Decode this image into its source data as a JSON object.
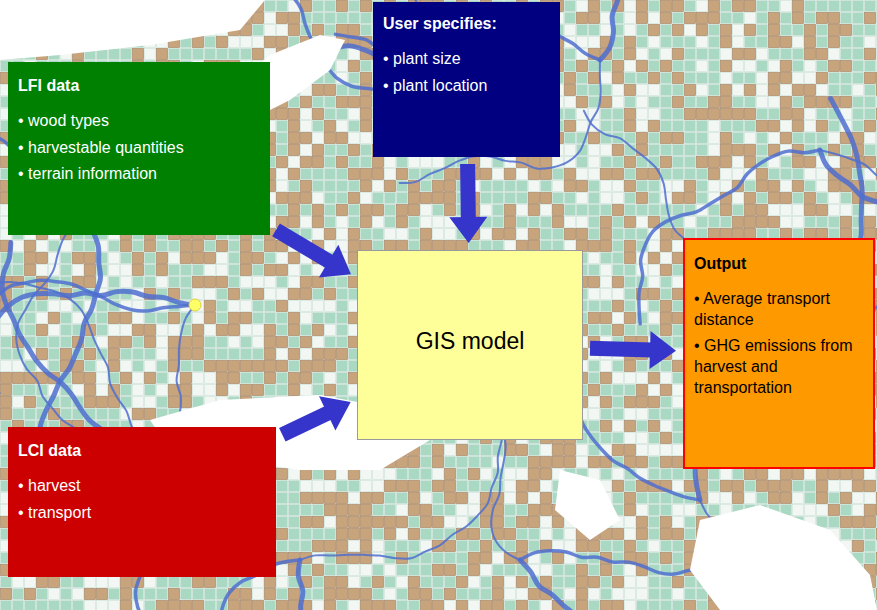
{
  "diagram": {
    "nodes": [
      {
        "text": [
          "LFI data",
          "• wood types",
          "• harvestable quantities",
          "• terrain information"
        ]
      },
      {
        "text": [
          "User specifies:",
          "• plant size",
          "• plant location"
        ]
      },
      {
        "text": [
          "GIS model"
        ]
      },
      {
        "text": [
          "Output",
          "• Average transport distance",
          "• GHG emissions from harvest and transportation"
        ]
      },
      {
        "text": [
          "LCI data",
          "• harvest",
          "• transport"
        ]
      }
    ],
    "edges": [
      {
        "from": 0,
        "to": 2,
        "arrow": "to"
      },
      {
        "from": 1,
        "to": 2,
        "arrow": "to"
      },
      {
        "from": 4,
        "to": 2,
        "arrow": "to"
      },
      {
        "from": 2,
        "to": 3,
        "arrow": "to"
      }
    ]
  }
}
